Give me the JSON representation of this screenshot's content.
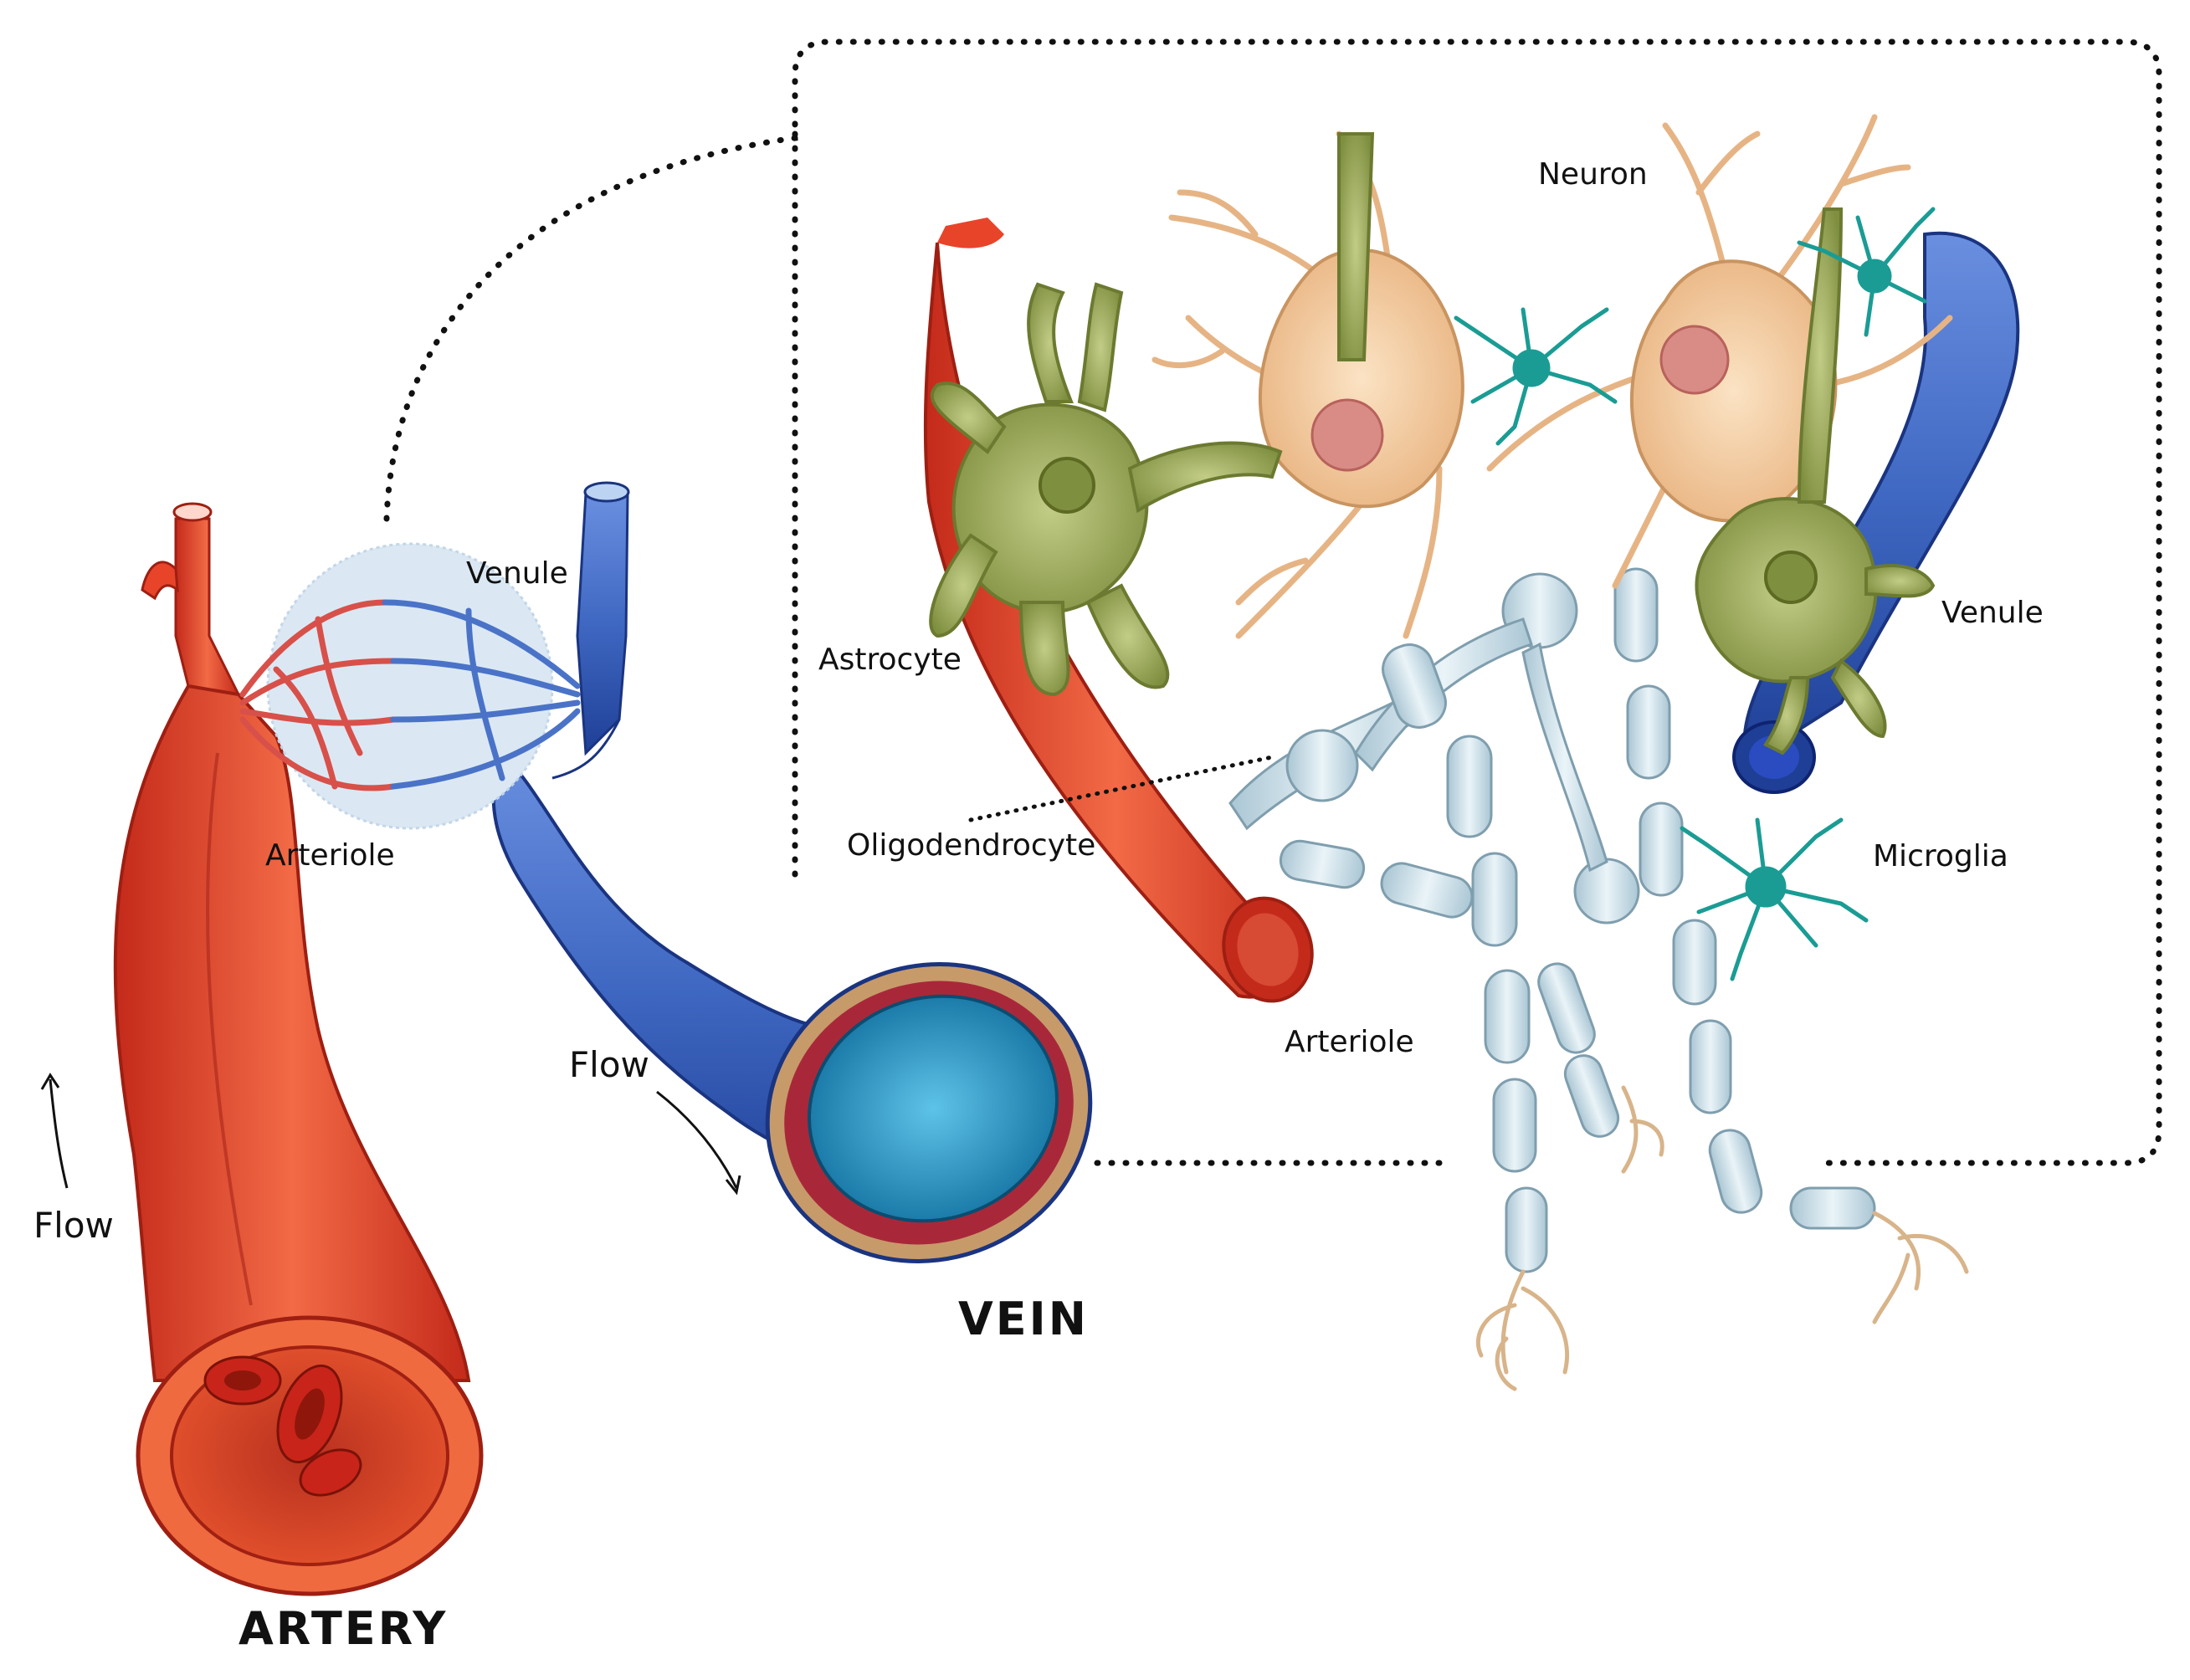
{
  "labels": {
    "neuron": "Neuron",
    "astrocyte": "Astrocyte",
    "oligodendrocyte": "Oligodendrocyte",
    "arteriole_inset": "Arteriole",
    "venule_inset": "Venule",
    "microglia": "Microglia",
    "venule_network": "Venule",
    "arteriole_network": "Arteriole",
    "flow_vein": "Flow",
    "flow_artery": "Flow",
    "vein": "VEIN",
    "artery": "ARTERY"
  },
  "colors": {
    "artery": "#e8442a",
    "artery_dark": "#b5261a",
    "vein": "#3f68c2",
    "vein_dark": "#1f3f96",
    "vein_lumen": "#2a8fc0",
    "neuron": "#f2c99a",
    "neuron_nucleus": "#d98c86",
    "astrocyte": "#9aa85a",
    "oligodendrocyte": "#c9dde6",
    "microglia": "#1a9c94",
    "capillary_bg": "#dbe8f3"
  }
}
